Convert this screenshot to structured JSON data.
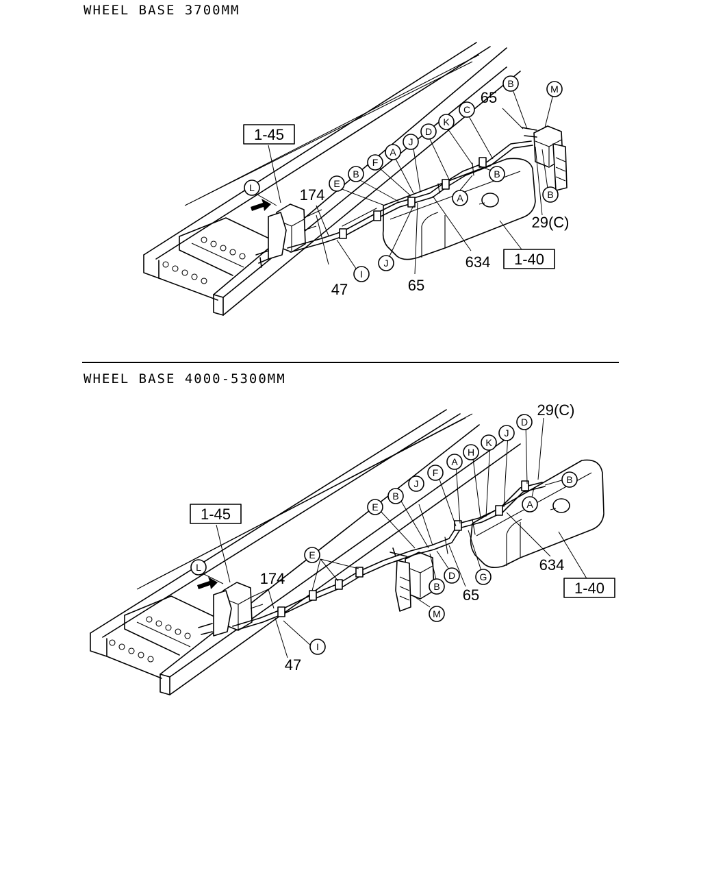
{
  "diagrams": [
    {
      "heading": "WHEEL BASE 3700MM",
      "ref_boxes": [
        "1-45",
        "1-40"
      ],
      "part_numbers": [
        "174",
        "47",
        "65",
        "634",
        "65",
        "29(C)"
      ],
      "circle_labels": [
        "L",
        "E",
        "B",
        "F",
        "A",
        "J",
        "D",
        "K",
        "C",
        "B",
        "M",
        "B",
        "A",
        "B",
        "J",
        "I"
      ]
    },
    {
      "heading": "WHEEL BASE 4000-5300MM",
      "ref_boxes": [
        "1-45",
        "1-40"
      ],
      "part_numbers": [
        "174",
        "47",
        "65",
        "634",
        "29(C)"
      ],
      "circle_labels": [
        "L",
        "E",
        "E",
        "B",
        "J",
        "F",
        "A",
        "H",
        "K",
        "J",
        "D",
        "B",
        "A",
        "D",
        "G",
        "B",
        "M",
        "I"
      ]
    }
  ]
}
